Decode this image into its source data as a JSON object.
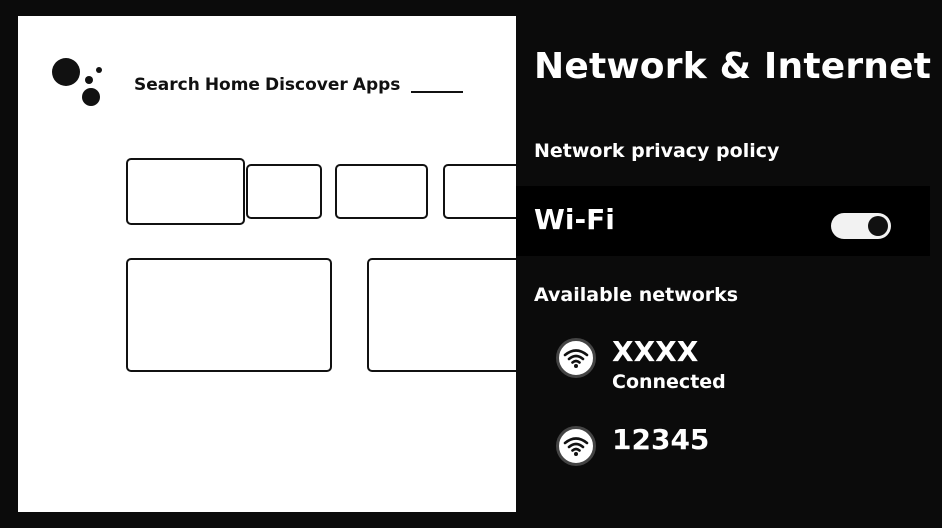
{
  "home": {
    "nav": [
      "Search",
      "Home",
      "Discover",
      "Apps"
    ]
  },
  "panel": {
    "title": "Network & Internet",
    "privacy_label": "Network privacy policy",
    "wifi": {
      "label": "Wi-Fi",
      "enabled": true
    },
    "available_label": "Available networks",
    "networks": [
      {
        "name": "XXXX",
        "status": "Connected",
        "icon": "wifi-icon"
      },
      {
        "name": "12345",
        "status": "",
        "icon": "wifi-icon"
      }
    ]
  },
  "colors": {
    "panel_bg": "#0b0b0b",
    "highlight_bg": "#000000",
    "text": "#ffffff"
  }
}
